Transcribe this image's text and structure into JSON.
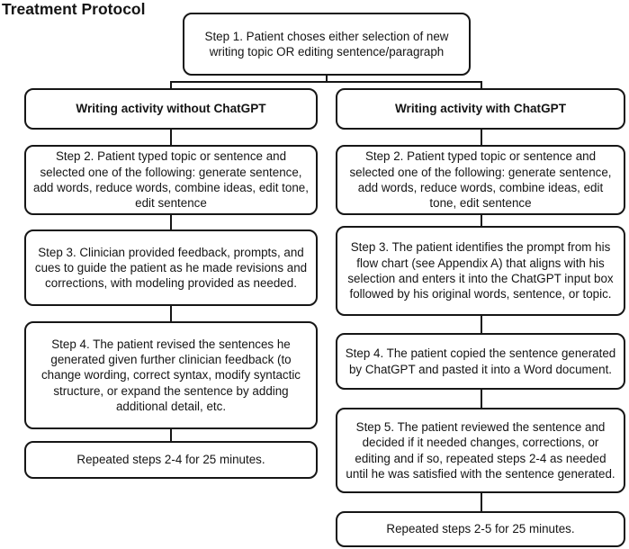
{
  "title": "Treatment Protocol",
  "colors": {
    "border": "#161616",
    "background": "#ffffff",
    "text": "#141414"
  },
  "flow": {
    "step1": "Step 1. Patient choses either selection of new writing topic OR editing sentence/paragraph",
    "left": {
      "header": "Writing activity without ChatGPT",
      "step2": "Step 2. Patient typed topic or sentence and selected one of the following: generate sentence, add words, reduce words, combine ideas, edit tone, edit sentence",
      "step3": "Step 3. Clinician provided feedback, prompts, and cues to guide the patient as he made revisions and corrections, with modeling provided as needed.",
      "step4": "Step 4. The patient revised the sentences he generated given further clinician feedback (to change wording, correct syntax, modify syntactic structure, or expand the sentence by adding additional detail, etc.",
      "repeat": "Repeated steps 2-4 for 25 minutes."
    },
    "right": {
      "header": "Writing activity with ChatGPT",
      "step2": "Step 2. Patient typed topic or sentence and selected one of the following: generate sentence, add words, reduce words, combine ideas, edit tone, edit sentence",
      "step3": "Step 3. The patient identifies the prompt from his flow chart (see Appendix A) that aligns with his selection and enters it into the ChatGPT input box followed by his original words, sentence, or topic.",
      "step4": "Step 4. The patient copied the sentence generated by ChatGPT and pasted it into a Word document.",
      "step5": "Step 5. The patient reviewed the sentence and decided if it needed changes, corrections, or editing and if so, repeated steps 2-4 as needed until he was satisfied with the sentence generated.",
      "repeat": "Repeated steps 2-5 for 25 minutes."
    }
  }
}
